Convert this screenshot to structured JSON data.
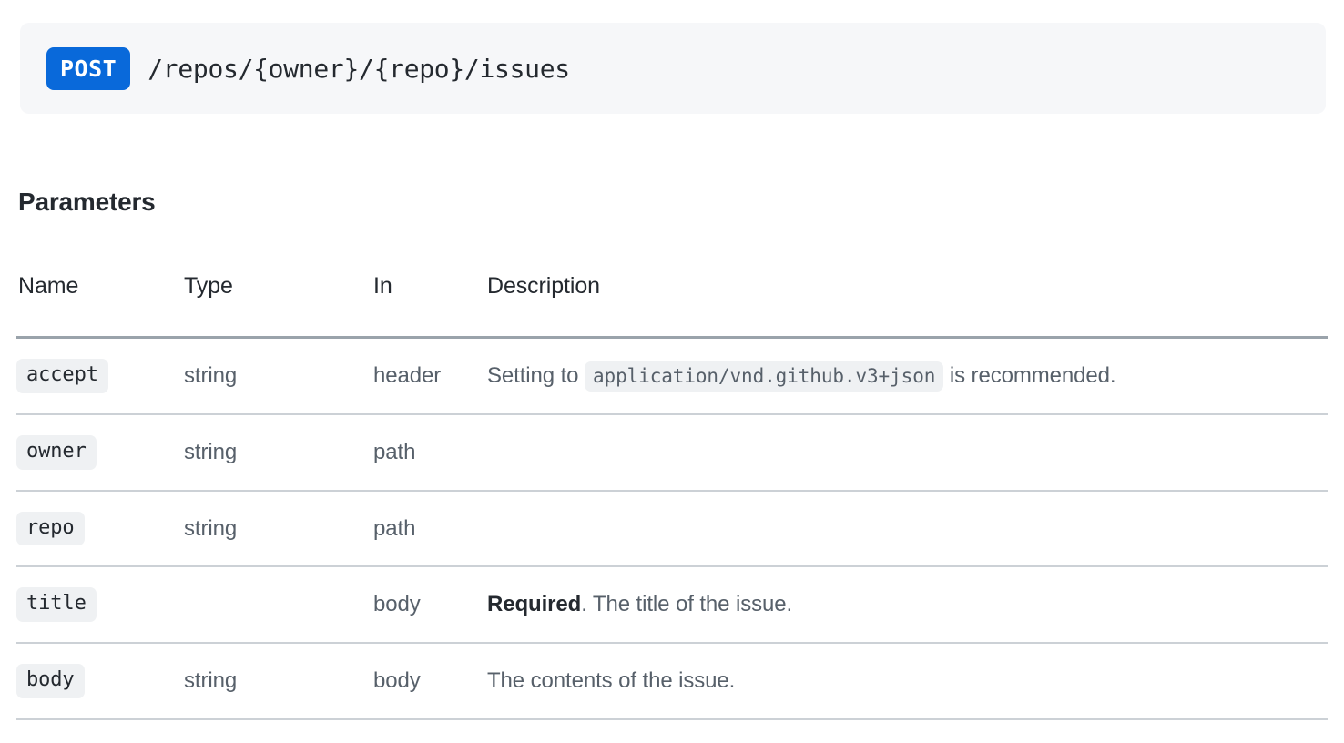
{
  "endpoint": {
    "method": "POST",
    "method_color": "#0969da",
    "path": "/repos/{owner}/{repo}/issues",
    "banner_bg": "#f6f7f9"
  },
  "section": {
    "heading": "Parameters"
  },
  "table": {
    "columns": [
      "Name",
      "Type",
      "In",
      "Description"
    ],
    "rows": [
      {
        "name": "accept",
        "type": "string",
        "in": "header",
        "desc_prefix": "Setting to ",
        "desc_code": "application/vnd.github.v3+json",
        "desc_suffix": " is recommended.",
        "required": "",
        "desc_plain": ""
      },
      {
        "name": "owner",
        "type": "string",
        "in": "path",
        "desc_prefix": "",
        "desc_code": "",
        "desc_suffix": "",
        "required": "",
        "desc_plain": ""
      },
      {
        "name": "repo",
        "type": "string",
        "in": "path",
        "desc_prefix": "",
        "desc_code": "",
        "desc_suffix": "",
        "required": "",
        "desc_plain": ""
      },
      {
        "name": "title",
        "type": "",
        "in": "body",
        "desc_prefix": "",
        "desc_code": "",
        "desc_suffix": "",
        "required": "Required",
        "desc_plain": ". The title of the issue."
      },
      {
        "name": "body",
        "type": "string",
        "in": "body",
        "desc_prefix": "",
        "desc_code": "",
        "desc_suffix": "",
        "required": "",
        "desc_plain": "The contents of the issue."
      }
    ]
  },
  "colors": {
    "chip_bg": "#eff1f3",
    "text_muted": "#57606a",
    "text_strong": "#24292f",
    "rule_header": "#9aa3ab",
    "rule_row": "#ccd1d6"
  }
}
